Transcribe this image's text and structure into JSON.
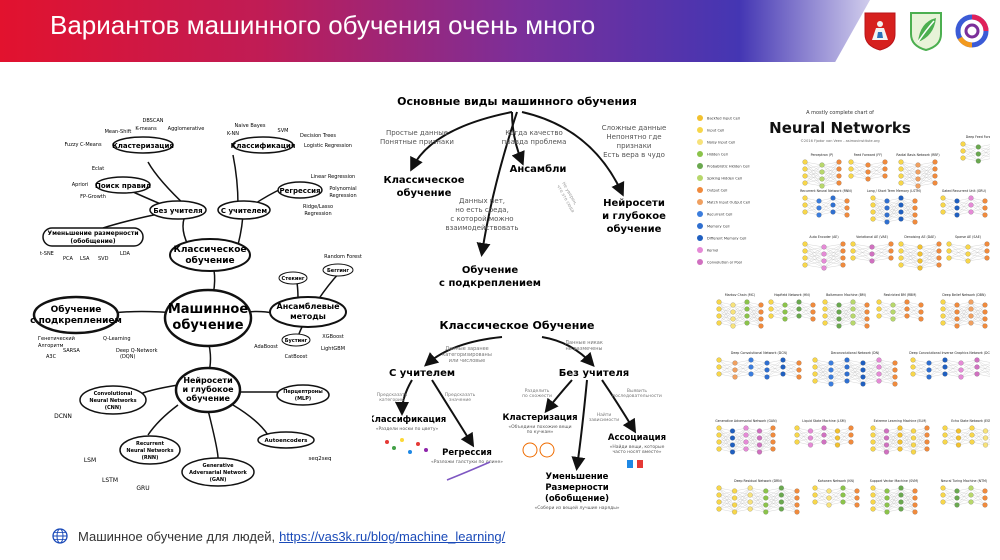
{
  "header": {
    "title": "Вариантов машинного обучения очень много"
  },
  "footer": {
    "text": "Машинное обучение для людей,",
    "link": "https://vas3k.ru/blog/machine_learning/"
  },
  "mindmap": {
    "center": [
      "Машинное",
      "обучение"
    ],
    "classic": [
      "Классическое",
      "обучение"
    ],
    "unsupervised": "Без учителя",
    "supervised": "С учителем",
    "clustering": "Кластеризация",
    "classification": "Классификация",
    "assoc": "Поиск правил",
    "regression": "Регрессия",
    "dimred": [
      "Уменьшение размерности",
      "(обобщение)"
    ],
    "rl": [
      "Обучение",
      "с подкреплением"
    ],
    "ensembles": [
      "Ансамблевые",
      "методы"
    ],
    "nn": [
      "Нейросети",
      "и глубокое",
      "обучение"
    ],
    "stacking": "Стекинг",
    "bagging": "Беггинг",
    "boosting": "Бустинг",
    "cnn": [
      "Convolutional",
      "Neural Networks",
      "(CNN)"
    ],
    "rnn": [
      "Recurrent",
      "Neural Networks",
      "(RNN)"
    ],
    "gan": [
      "Generative",
      "Adversarial Network",
      "(GAN)"
    ],
    "mlp": [
      "Перцептроны",
      "(MLP)"
    ],
    "autoenc": "Autoencoders",
    "terms": {
      "dbscan": "DBSCAN",
      "meanshift": "Mean-Shift",
      "kmeans": "K-means",
      "agglo": "Agglomerative",
      "fuzzy": "Fuzzy C-Means",
      "eclat": "Eclat",
      "apriori": "Apriori",
      "fpgrowth": "FP-Growth",
      "tsne": "t-SNE",
      "pca": "PCA",
      "lsa": "LSA",
      "svd": "SVD",
      "lda": "LDA",
      "naivebayes": "Naive Bayes",
      "knn": "K-NN",
      "svm": "SVM",
      "dtrees": "Decision Trees",
      "logreg": "Logistic Regression",
      "linreg": "Linear Regression",
      "polyreg": [
        "Polynomial",
        "Regression"
      ],
      "ridge": [
        "Ridge/Lasso",
        "Regression"
      ],
      "randforest": "Random Forest",
      "xgboost": "XGBoost",
      "adaboost": "AdaBoost",
      "lightgbm": "LightGBM",
      "catboost": "CatBoost",
      "genetic": [
        "Генетический",
        "Алгоритм"
      ],
      "qlearning": "Q-Learning",
      "sarsa": "SARSA",
      "a3c": "A3C",
      "dqn": [
        "Deep Q-Network",
        "(DQN)"
      ],
      "dcnn": "DCNN",
      "lstm": "LSTM",
      "gru": "GRU",
      "lsm": "LSM",
      "seq2seq": "seq2seq"
    }
  },
  "types": {
    "title": "Основные виды машинного обучения",
    "simple_data": [
      "Простые данные",
      "Понятные признаки"
    ],
    "classic": [
      "Классическое",
      "обучение"
    ],
    "quality": [
      "Когда качество",
      "правда проблема"
    ],
    "ensembles": "Ансамбли",
    "complex": [
      "Сложные данные",
      "Непонятно где",
      "признаки",
      "Есть вера в чудо"
    ],
    "nn": [
      "Нейросети",
      "и глубокое",
      "обучение"
    ],
    "nodata": [
      "Данных нет,",
      "но есть среда,",
      "с которой можно",
      "взаимодействовать"
    ],
    "rl": [
      "Обучение",
      "с подкреплением"
    ],
    "side_note": [
      "Не уверен,",
      "что это сюда"
    ]
  },
  "classic_tree": {
    "title": "Классическое Обучение",
    "note_left": [
      "Данные заранее",
      "категоризированы",
      "или числовые"
    ],
    "note_right": [
      "Данные никак",
      "не размечены"
    ],
    "supervised": "С учителем",
    "unsupervised": "Без учителя",
    "pred_cat": [
      "Предсказать",
      "категорию"
    ],
    "pred_num": [
      "Предсказать",
      "значение"
    ],
    "split_sim": [
      "Разделить",
      "по схожести"
    ],
    "find_dep": [
      "Найти",
      "зависимости"
    ],
    "identify": [
      "Выявить",
      "последовательности"
    ],
    "classification": "Классификация",
    "classification_sub": "«Раздели носки по цвету»",
    "regression": "Регрессия",
    "regression_sub": "«Разложи галстуки по длине»",
    "clustering": "Кластеризация",
    "clustering_sub": [
      "«Объедини похожие вещи",
      "по кучкам»"
    ],
    "association": "Ассоциация",
    "association_sub": [
      "«Найди вещи, которые",
      "часто носят вместе»"
    ],
    "dimred": [
      "Уменьшение",
      "Размерности",
      "(обобщение)"
    ],
    "dimred_sub": "«Собери из вещей лучшие наряды»"
  },
  "neural_chart": {
    "subtitle": "A mostly complete chart of",
    "title": "Neural Networks",
    "copyright": "©2016 Fjodor van Veen - asimovinstitute.org",
    "legend": [
      {
        "label": "Backfed Input Cell",
        "color": "#f2c12e"
      },
      {
        "label": "Input Cell",
        "color": "#f7d64a"
      },
      {
        "label": "Noisy Input Cell",
        "color": "#f7e27a"
      },
      {
        "label": "Hidden Cell",
        "color": "#8bc34a"
      },
      {
        "label": "Probablistic Hidden Cell",
        "color": "#6aa84f"
      },
      {
        "label": "Spiking Hidden Cell",
        "color": "#b7d76b"
      },
      {
        "label": "Output Cell",
        "color": "#f08a3c"
      },
      {
        "label": "Match Input Output Cell",
        "color": "#f0a060"
      },
      {
        "label": "Recurrent Cell",
        "color": "#3b7ddd"
      },
      {
        "label": "Memory Cell",
        "color": "#2f6fd0"
      },
      {
        "label": "Different Memory Cell",
        "color": "#1f5fc0"
      },
      {
        "label": "Kernel",
        "color": "#e58ad6"
      },
      {
        "label": "Convolution or Pool",
        "color": "#d070c0"
      }
    ],
    "networks": [
      "Deep Feed Forward (DFF)",
      "Perceptron (P)",
      "Feed Forward (FF)",
      "Radial Basis Network (RBF)",
      "Recurrent Neural Network (RNN)",
      "Long / Short Term Memory (LSTM)",
      "Gated Recurrent Unit (GRU)",
      "Auto Encoder (AE)",
      "Variational AE (VAE)",
      "Denoising AE (DAE)",
      "Sparse AE (SAE)",
      "Markov Chain (MC)",
      "Hopfield Network (HN)",
      "Boltzmann Machine (BM)",
      "Restricted BM (RBM)",
      "Deep Belief Network (DBN)",
      "Deep Convolutional Network (DCN)",
      "Deconvolutional Network (DN)",
      "Deep Convolutional Inverse Graphics Network (DCIGN)",
      "Generative Adversarial Network (GAN)",
      "Liquid State Machine (LSM)",
      "Extreme Learning Machine (ELM)",
      "Echo State Network (ESN)",
      "Deep Residual Network (DRN)",
      "Kohonen Network (KN)",
      "Support Vector Machine (SVM)",
      "Neural Turing Machine (NTM)"
    ]
  }
}
